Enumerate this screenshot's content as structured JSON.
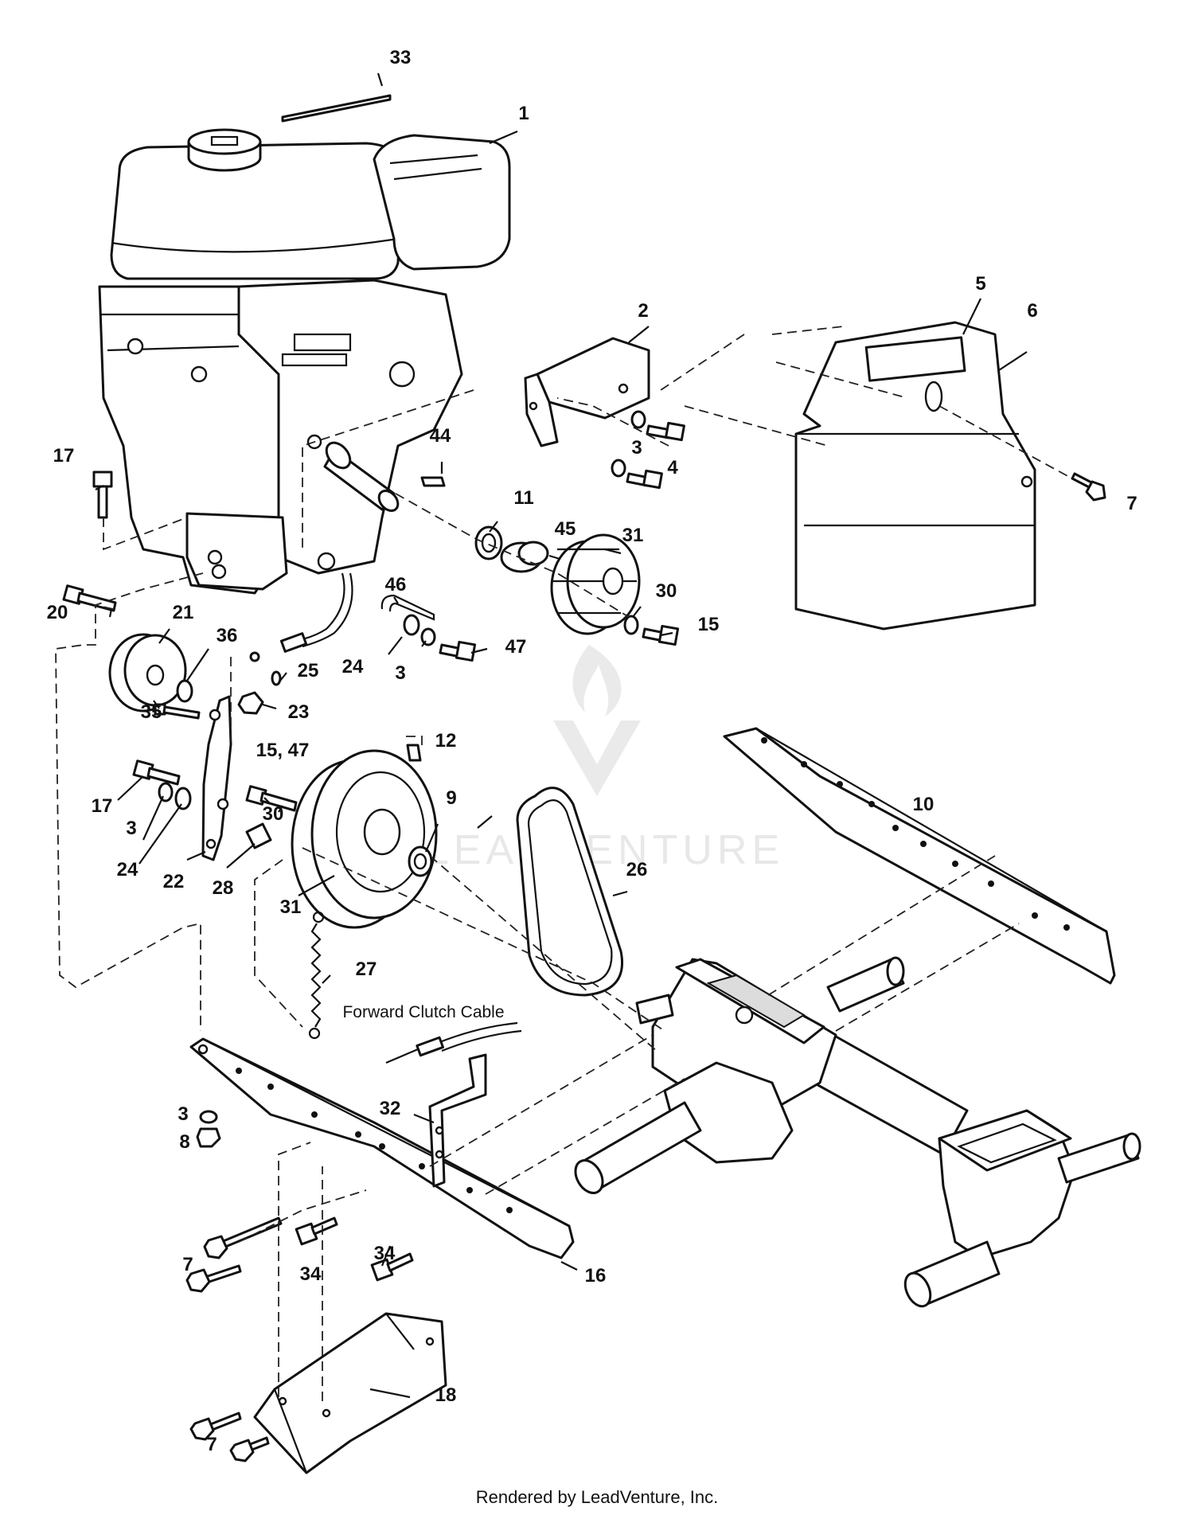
{
  "callouts": {
    "c1": "1",
    "c2": "2",
    "c3a": "3",
    "c3b": "3",
    "c3c": "3",
    "c3d": "3",
    "c4": "4",
    "c5": "5",
    "c6": "6",
    "c7a": "7",
    "c7b": "7",
    "c7c": "7",
    "c8": "8",
    "c9": "9",
    "c10": "10",
    "c11": "11",
    "c12": "12",
    "c15a": "15",
    "c15b": "15, 47",
    "c16": "16",
    "c17a": "17",
    "c17b": "17",
    "c18": "18",
    "c20": "20",
    "c21": "21",
    "c22": "22",
    "c23": "23",
    "c24a": "24",
    "c24b": "24",
    "c25": "25",
    "c26": "26",
    "c27": "27",
    "c28": "28",
    "c30a": "30",
    "c30b": "30",
    "c31a": "31",
    "c31b": "31",
    "c32": "32",
    "c33": "33",
    "c34a": "34",
    "c34b": "34",
    "c35": "35",
    "c36": "36",
    "c44": "44",
    "c45": "45",
    "c46": "46",
    "c47": "47"
  },
  "labels": {
    "forward_clutch_cable": "Forward Clutch Cable"
  },
  "watermark": "LEADVENTURE",
  "footer": "Rendered by LeadVenture, Inc.",
  "colors": {
    "ink": "#111111",
    "paper": "#ffffff",
    "watermark": "#e6e6e6"
  }
}
